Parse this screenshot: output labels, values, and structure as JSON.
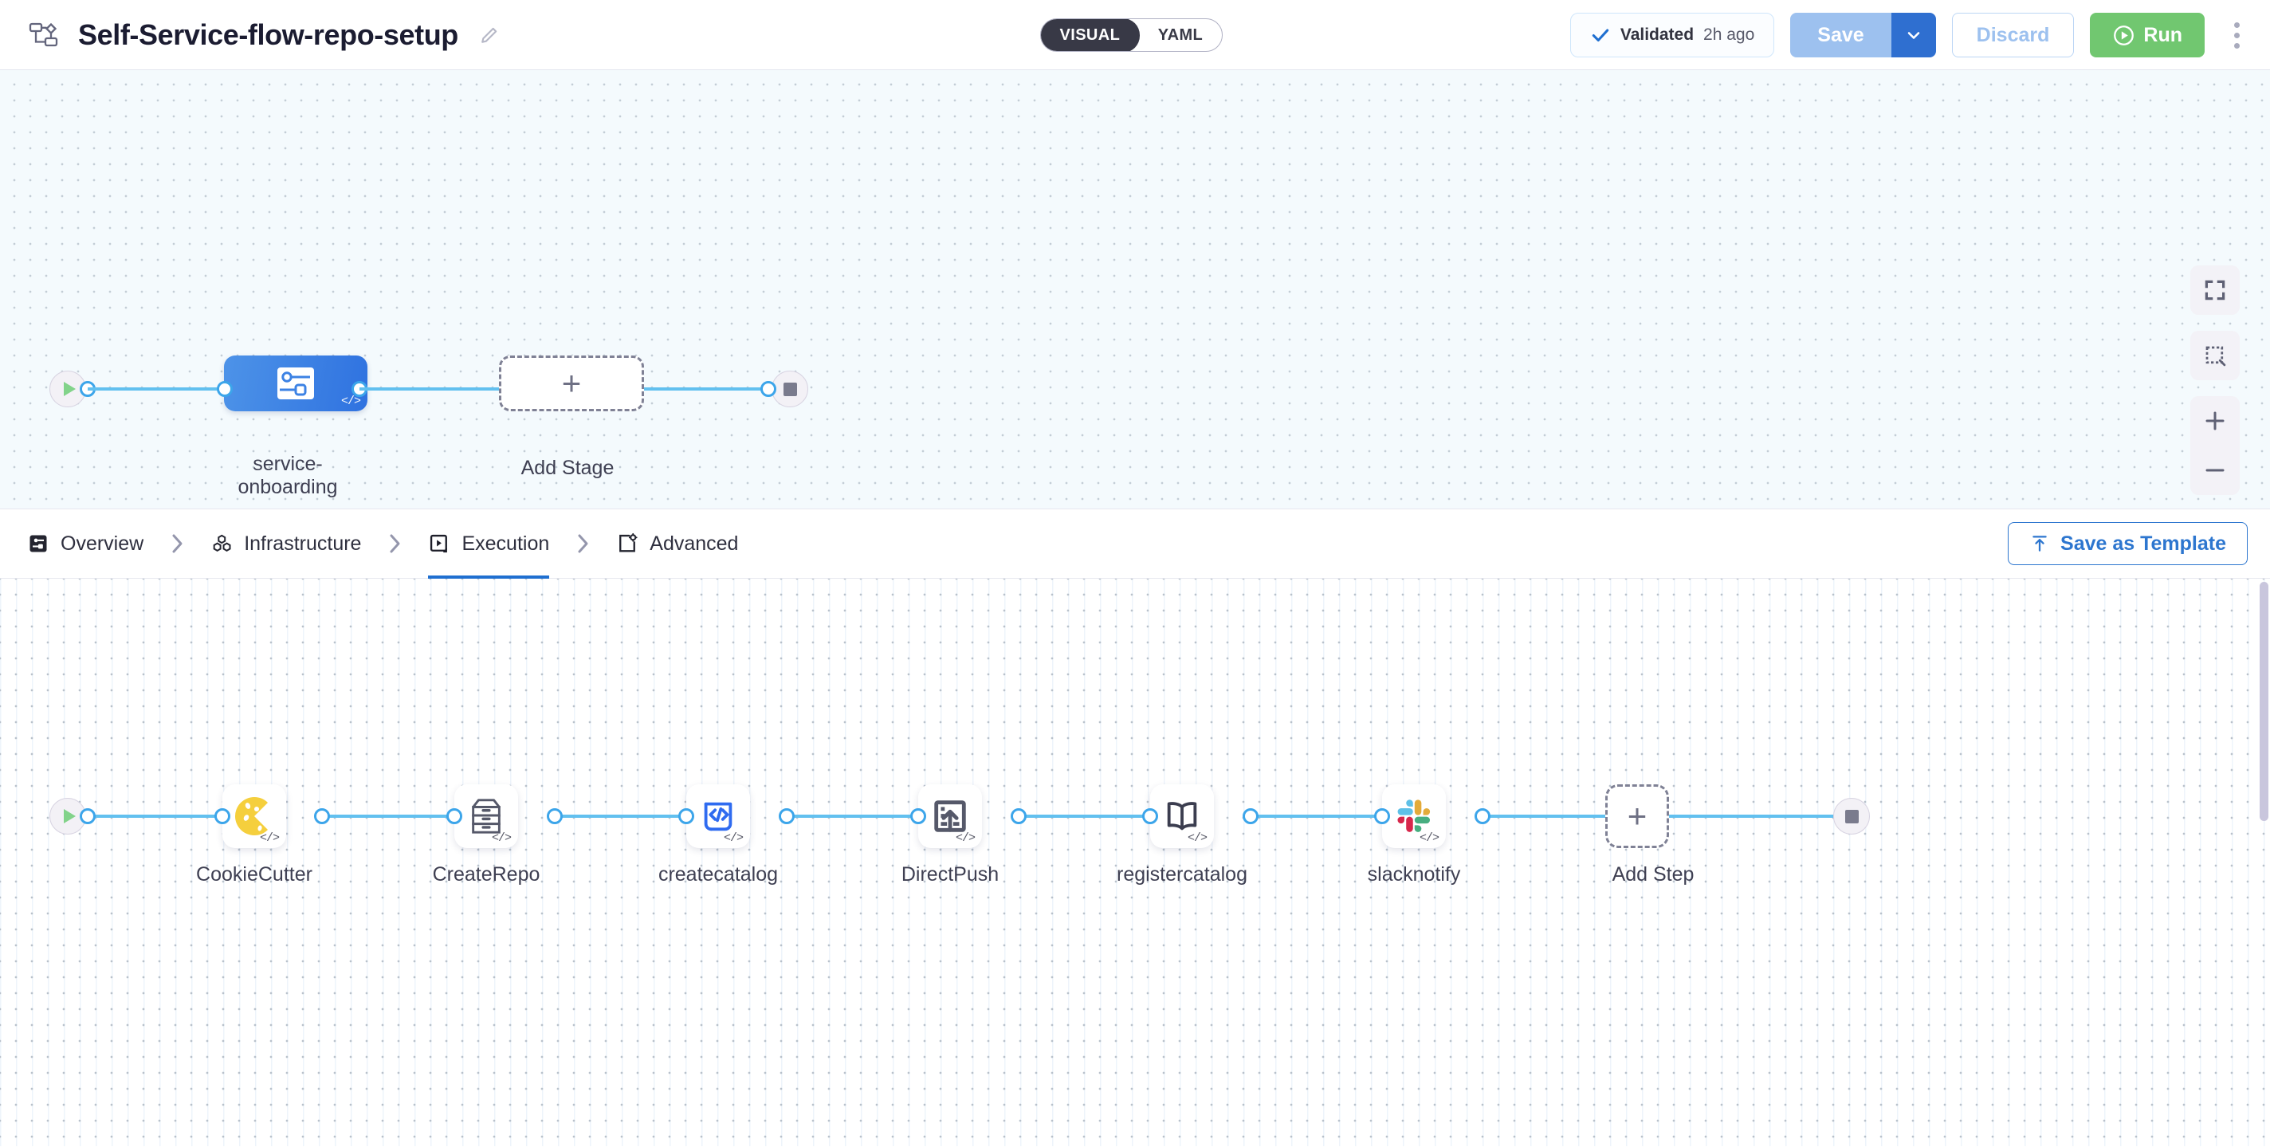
{
  "header": {
    "icon": "pipeline-flow-icon",
    "title": "Self-Service-flow-repo-setup",
    "edit_icon": "pencil-edit-icon",
    "mode_toggle": {
      "options": [
        "VISUAL",
        "YAML"
      ],
      "selected": "VISUAL"
    },
    "validated": {
      "icon": "check-icon",
      "label": "Validated",
      "time": "2h ago"
    },
    "save_label": "Save",
    "save_caret_icon": "chevron-down-icon",
    "discard_label": "Discard",
    "run_label": "Run",
    "run_icon": "play-circle-icon",
    "more_icon": "kebab-menu-icon",
    "colors": {
      "save_bg": "#9dc1ef",
      "save_caret_bg": "#2f6fd0",
      "run_bg": "#71c770",
      "toggle_active_bg": "#383946",
      "accent_blue": "#2d76cf",
      "edge_blue": "#62c0ef"
    }
  },
  "stage_canvas": {
    "start_node": {
      "icon": "play-triangle-icon"
    },
    "end_node": {
      "icon": "stop-square-icon"
    },
    "stages": [
      {
        "label": "service-\nonboarding",
        "label_line1": "service-",
        "label_line2": "onboarding",
        "icon": "stage-pipeline-icon",
        "code_badge": "</>",
        "selected": true
      }
    ],
    "add_stage": {
      "label": "Add Stage",
      "icon": "plus-icon"
    },
    "controls": [
      {
        "name": "fit-to-screen-icon"
      },
      {
        "name": "selection-box-icon"
      },
      {
        "name": "zoom-in-icon"
      },
      {
        "name": "zoom-out-icon"
      }
    ]
  },
  "tabbar": {
    "tabs": [
      {
        "label": "Overview",
        "icon": "overview-icon",
        "active": false
      },
      {
        "label": "Infrastructure",
        "icon": "infrastructure-icon",
        "active": false
      },
      {
        "label": "Execution",
        "icon": "execution-icon",
        "active": true
      },
      {
        "label": "Advanced",
        "icon": "advanced-icon",
        "active": false
      }
    ],
    "separator_icon": "chevron-right-icon",
    "save_as_template": {
      "label": "Save as Template",
      "icon": "template-upload-icon"
    }
  },
  "exec_canvas": {
    "start_node": {
      "icon": "play-triangle-icon"
    },
    "end_node": {
      "icon": "stop-square-icon"
    },
    "steps": [
      {
        "label": "CookieCutter",
        "icon": "cookie-icon",
        "code_badge": "</>"
      },
      {
        "label": "CreateRepo",
        "icon": "drawer-cabinet-icon",
        "code_badge": "</>"
      },
      {
        "label": "createcatalog",
        "icon": "code-script-icon",
        "code_badge": "</>"
      },
      {
        "label": "DirectPush",
        "icon": "push-upload-icon",
        "code_badge": "</>"
      },
      {
        "label": "registercatalog",
        "icon": "open-book-icon",
        "code_badge": "</>"
      },
      {
        "label": "slacknotify",
        "icon": "slack-icon",
        "code_badge": "</>"
      }
    ],
    "add_step": {
      "label": "Add Step",
      "icon": "plus-icon"
    }
  }
}
